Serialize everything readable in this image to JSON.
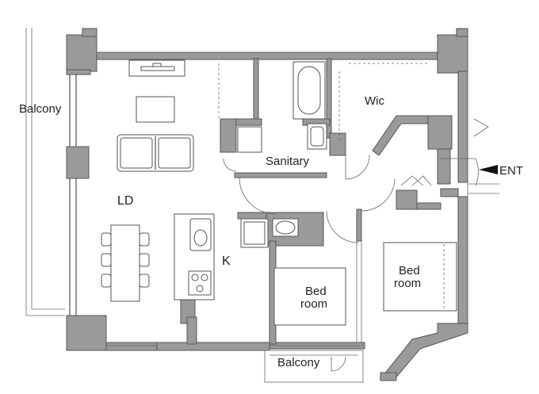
{
  "plan": {
    "rooms": {
      "balcony_left": "Balcony",
      "living_dining": "LD",
      "wic": "Wic",
      "sanitary": "Sanitary",
      "kitchen": "K",
      "bedroom_center_line1": "Bed",
      "bedroom_center_line2": "room",
      "bedroom_right_line1": "Bed",
      "bedroom_right_line2": "room",
      "balcony_bottom": "Balcony",
      "entrance": "ENT"
    },
    "colors": {
      "wall": "#9a9a9a",
      "line": "#444444",
      "background": "#ffffff"
    },
    "icons": [
      "entrance-arrow-icon"
    ]
  }
}
